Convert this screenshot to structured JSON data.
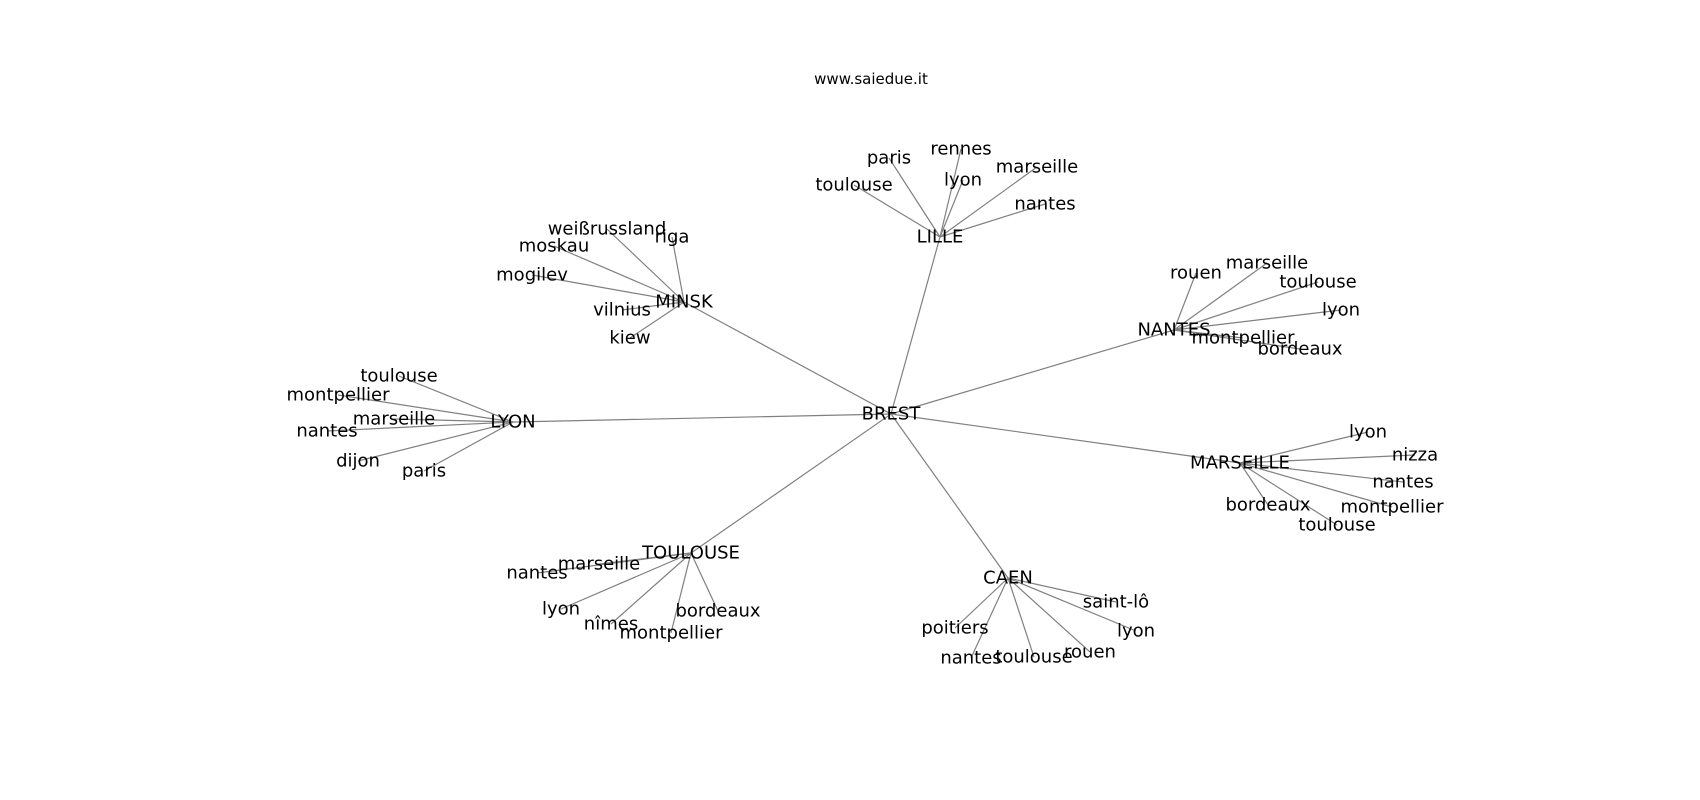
{
  "header": {
    "caption": "www.saiedue.it"
  },
  "graph": {
    "center": "BREST",
    "clusters": [
      {
        "hub": "LILLE",
        "leaves": [
          "paris",
          "rennes",
          "marseille",
          "toulouse",
          "lyon",
          "nantes"
        ]
      },
      {
        "hub": "MINSK",
        "leaves": [
          "weißrussland",
          "riga",
          "moskau",
          "mogilev",
          "vilnius",
          "kiew"
        ]
      },
      {
        "hub": "NANTES",
        "leaves": [
          "rouen",
          "marseille",
          "toulouse",
          "lyon",
          "montpellier",
          "bordeaux"
        ]
      },
      {
        "hub": "LYON",
        "leaves": [
          "toulouse",
          "montpellier",
          "marseille",
          "nantes",
          "dijon",
          "paris"
        ]
      },
      {
        "hub": "MARSEILLE",
        "leaves": [
          "lyon",
          "nizza",
          "nantes",
          "montpellier",
          "bordeaux",
          "toulouse"
        ]
      },
      {
        "hub": "TOULOUSE",
        "leaves": [
          "marseille",
          "nantes",
          "lyon",
          "nîmes",
          "montpellier",
          "bordeaux"
        ]
      },
      {
        "hub": "CAEN",
        "leaves": [
          "saint-lô",
          "lyon",
          "poitiers",
          "rouen",
          "nantes",
          "toulouse"
        ]
      }
    ]
  }
}
